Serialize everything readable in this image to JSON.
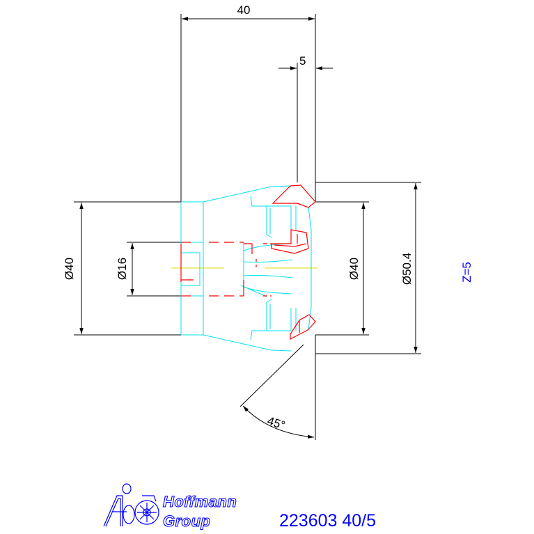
{
  "drawing": {
    "dimensions": {
      "length": "40",
      "tooth_width": "5",
      "shank_diameter": "Ø40",
      "bore_diameter": "Ø16",
      "body_diameter": "Ø40",
      "cutting_diameter": "Ø50.4",
      "chamfer_angle": "45°"
    },
    "teeth_count": "Z=5",
    "part_number": "223603 40/5",
    "logo": {
      "line1": "Hoffmann",
      "line2": "Group"
    },
    "colors": {
      "dimension": "#000000",
      "tool_body": "#00e0ee",
      "cutting_edge": "#ff0000",
      "centerline": "#dddd00",
      "text_accent": "#0000ff"
    }
  }
}
